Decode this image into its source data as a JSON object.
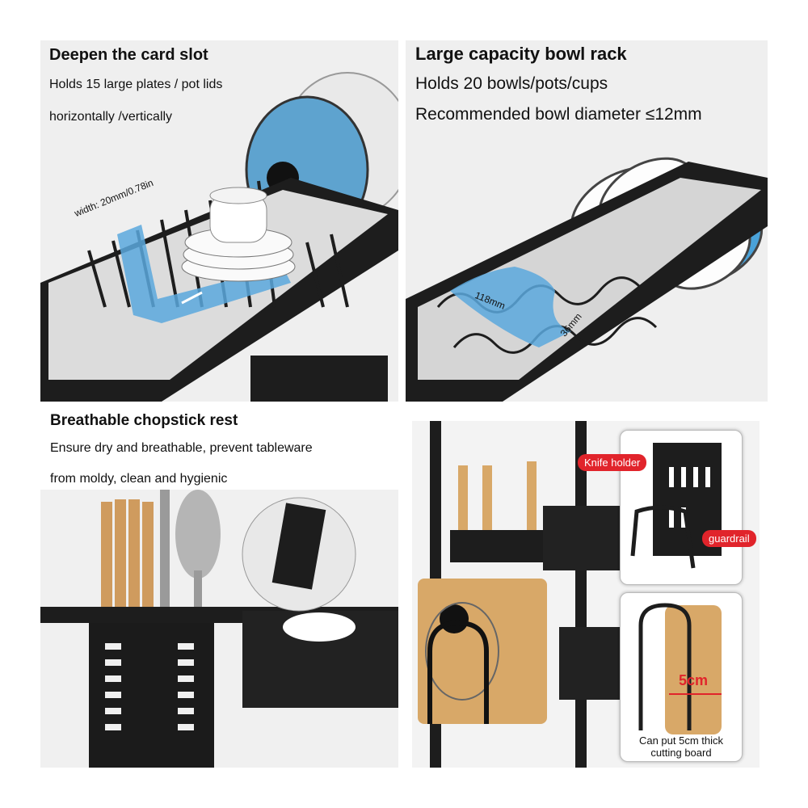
{
  "panels": {
    "card_slot": {
      "title": "Deepen the card slot",
      "line1": "Holds 15 large plates / pot lids",
      "line2": "horizontally /vertically",
      "dimension_label": "width: 20mm/0.78in"
    },
    "bowl_rack": {
      "title": "Large capacity bowl rack",
      "line1": "Holds 20 bowls/pots/cups",
      "line2": "Recommended bowl diameter ≤12mm",
      "dim_a": "118mm",
      "dim_b": "36mm"
    },
    "chopstick": {
      "title": "Breathable chopstick rest",
      "line1": "Ensure dry and breathable, prevent tableware",
      "line2": "from moldy, clean and hygienic"
    },
    "accessories": {
      "knife_holder": "Knife holder",
      "guardrail": "guardrail",
      "thickness": "5cm",
      "caption": "Can put 5cm thick cutting board"
    }
  },
  "colors": {
    "accent_blue": "#4a9fd8",
    "callout_red": "#e1242b",
    "metal": "#1b1b1b",
    "wood": "#d8a868"
  }
}
